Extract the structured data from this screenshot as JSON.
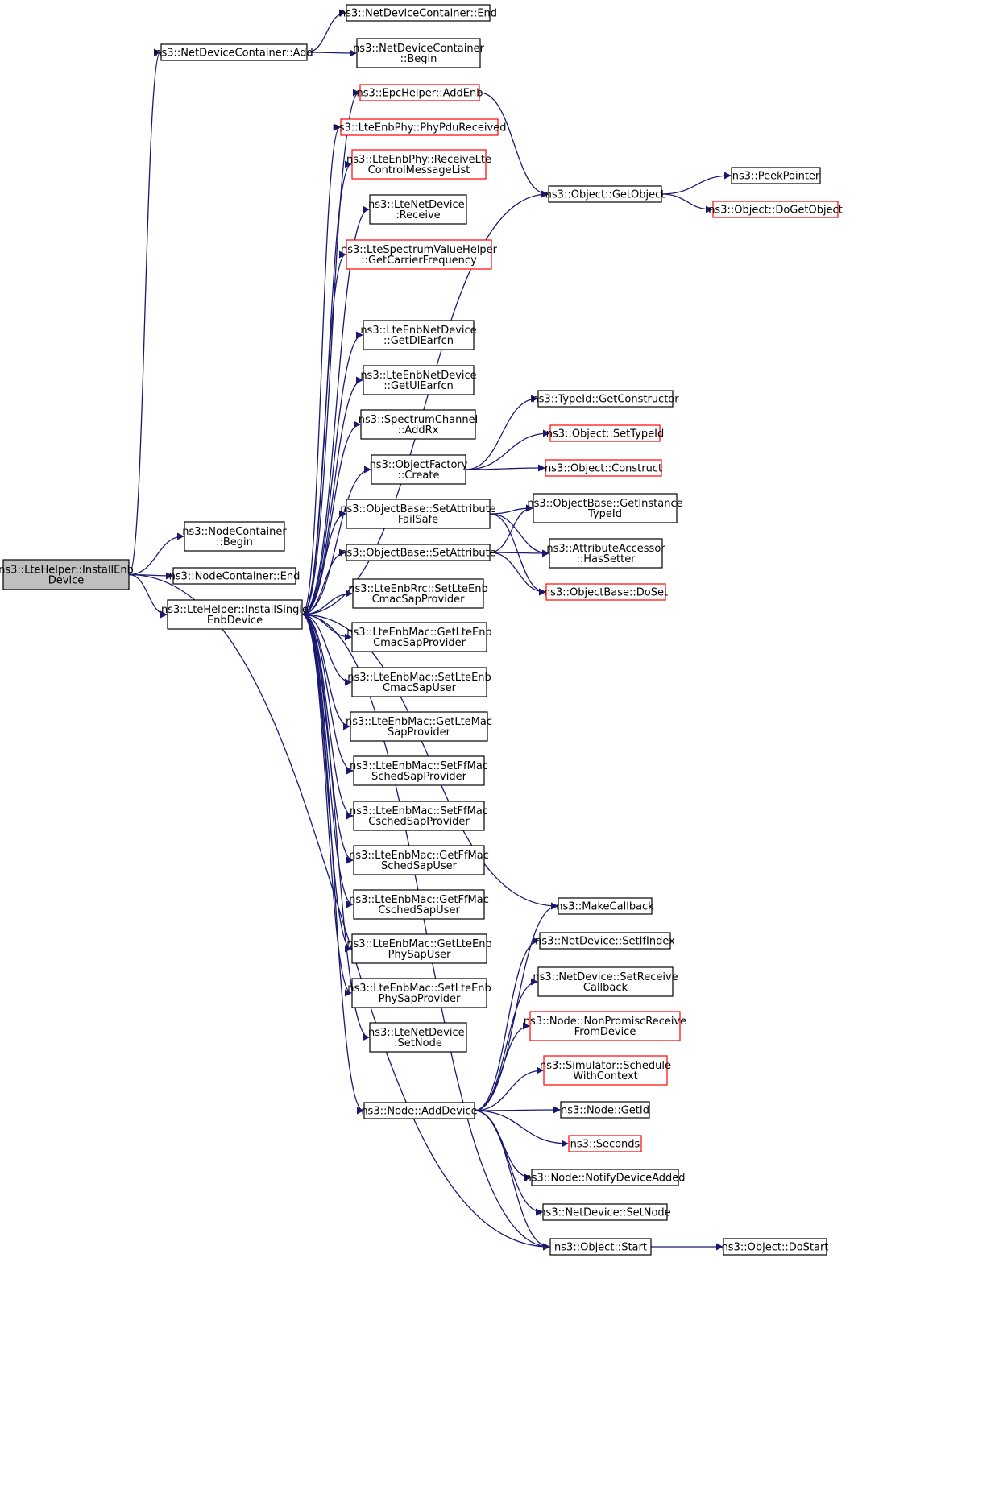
{
  "colors": {
    "edge": "#191970",
    "normal_border": "#000000",
    "red_border": "#ff0000",
    "root_fill": "#bfbfbf"
  },
  "nodes": [
    {
      "id": "root",
      "lines": [
        "ns3::LteHelper::InstallEnb",
        "Device"
      ],
      "style": "root"
    },
    {
      "id": "ndc_add",
      "lines": [
        "ns3::NetDeviceContainer::Add"
      ],
      "style": "normal"
    },
    {
      "id": "ndc_end",
      "lines": [
        "ns3::NetDeviceContainer::End"
      ],
      "style": "normal"
    },
    {
      "id": "ndc_begin",
      "lines": [
        "ns3::NetDeviceContainer",
        "::Begin"
      ],
      "style": "normal"
    },
    {
      "id": "epc_addenb",
      "lines": [
        "ns3::EpcHelper::AddEnb"
      ],
      "style": "red"
    },
    {
      "id": "phy_pdu",
      "lines": [
        "ns3::LteEnbPhy::PhyPduReceived"
      ],
      "style": "red"
    },
    {
      "id": "phy_recv_ctrl",
      "lines": [
        "ns3::LteEnbPhy::ReceiveLte",
        "ControlMessageList"
      ],
      "style": "red"
    },
    {
      "id": "netdev_receive",
      "lines": [
        "ns3::LteNetDevice:",
        ":Receive"
      ],
      "style": "normal"
    },
    {
      "id": "spectrum_carrier",
      "lines": [
        "ns3::LteSpectrumValueHelper",
        "::GetCarrierFrequency"
      ],
      "style": "red"
    },
    {
      "id": "enb_getdl",
      "lines": [
        "ns3::LteEnbNetDevice",
        "::GetDlEarfcn"
      ],
      "style": "normal"
    },
    {
      "id": "enb_getul",
      "lines": [
        "ns3::LteEnbNetDevice",
        "::GetUlEarfcn"
      ],
      "style": "normal"
    },
    {
      "id": "spectrum_addrx",
      "lines": [
        "ns3::SpectrumChannel",
        "::AddRx"
      ],
      "style": "normal"
    },
    {
      "id": "objfactory_create",
      "lines": [
        "ns3::ObjectFactory",
        "::Create"
      ],
      "style": "normal"
    },
    {
      "id": "objbase_setattr_fs",
      "lines": [
        "ns3::ObjectBase::SetAttribute",
        "FailSafe"
      ],
      "style": "normal"
    },
    {
      "id": "objbase_setattr",
      "lines": [
        "ns3::ObjectBase::SetAttribute"
      ],
      "style": "normal"
    },
    {
      "id": "nodecont_begin",
      "lines": [
        "ns3::NodeContainer",
        "::Begin"
      ],
      "style": "normal"
    },
    {
      "id": "nodecont_end",
      "lines": [
        "ns3::NodeContainer::End"
      ],
      "style": "normal"
    },
    {
      "id": "install_single",
      "lines": [
        "ns3::LteHelper::InstallSingle",
        "EnbDevice"
      ],
      "style": "normal"
    },
    {
      "id": "rrc_setcmac",
      "lines": [
        "ns3::LteEnbRrc::SetLteEnb",
        "CmacSapProvider"
      ],
      "style": "normal"
    },
    {
      "id": "mac_getcmacprov",
      "lines": [
        "ns3::LteEnbMac::GetLteEnb",
        "CmacSapProvider"
      ],
      "style": "normal"
    },
    {
      "id": "mac_setcmacuser",
      "lines": [
        "ns3::LteEnbMac::SetLteEnb",
        "CmacSapUser"
      ],
      "style": "normal"
    },
    {
      "id": "mac_getltemac",
      "lines": [
        "ns3::LteEnbMac::GetLteMac",
        "SapProvider"
      ],
      "style": "normal"
    },
    {
      "id": "mac_setffsched",
      "lines": [
        "ns3::LteEnbMac::SetFfMac",
        "SchedSapProvider"
      ],
      "style": "normal"
    },
    {
      "id": "mac_setffcsched",
      "lines": [
        "ns3::LteEnbMac::SetFfMac",
        "CschedSapProvider"
      ],
      "style": "normal"
    },
    {
      "id": "mac_getffsched",
      "lines": [
        "ns3::LteEnbMac::GetFfMac",
        "SchedSapUser"
      ],
      "style": "normal"
    },
    {
      "id": "mac_getffcsched",
      "lines": [
        "ns3::LteEnbMac::GetFfMac",
        "CschedSapUser"
      ],
      "style": "normal"
    },
    {
      "id": "mac_getphyuser",
      "lines": [
        "ns3::LteEnbMac::GetLteEnb",
        "PhySapUser"
      ],
      "style": "normal"
    },
    {
      "id": "mac_setphyprov",
      "lines": [
        "ns3::LteEnbMac::SetLteEnb",
        "PhySapProvider"
      ],
      "style": "normal"
    },
    {
      "id": "netdev_setnode",
      "lines": [
        "ns3::LteNetDevice:",
        ":SetNode"
      ],
      "style": "normal"
    },
    {
      "id": "node_adddevice",
      "lines": [
        "ns3::Node::AddDevice"
      ],
      "style": "normal"
    },
    {
      "id": "obj_getobject",
      "lines": [
        "ns3::Object::GetObject"
      ],
      "style": "normal"
    },
    {
      "id": "peekpointer",
      "lines": [
        "ns3::PeekPointer"
      ],
      "style": "normal"
    },
    {
      "id": "obj_dogetobject",
      "lines": [
        "ns3::Object::DoGetObject"
      ],
      "style": "red"
    },
    {
      "id": "typeid_getctor",
      "lines": [
        "ns3::TypeId::GetConstructor"
      ],
      "style": "normal"
    },
    {
      "id": "obj_settypeid",
      "lines": [
        "ns3::Object::SetTypeId"
      ],
      "style": "red"
    },
    {
      "id": "obj_construct",
      "lines": [
        "ns3::Object::Construct"
      ],
      "style": "red"
    },
    {
      "id": "objbase_getinst",
      "lines": [
        "ns3::ObjectBase::GetInstance",
        "TypeId"
      ],
      "style": "normal"
    },
    {
      "id": "attracc_hassetter",
      "lines": [
        "ns3::AttributeAccessor",
        "::HasSetter"
      ],
      "style": "normal"
    },
    {
      "id": "objbase_doset",
      "lines": [
        "ns3::ObjectBase::DoSet"
      ],
      "style": "red"
    },
    {
      "id": "makecallback",
      "lines": [
        "ns3::MakeCallback"
      ],
      "style": "normal"
    },
    {
      "id": "nd_setifindex",
      "lines": [
        "ns3::NetDevice::SetIfIndex"
      ],
      "style": "normal"
    },
    {
      "id": "nd_setreceive",
      "lines": [
        "ns3::NetDevice::SetReceive",
        "Callback"
      ],
      "style": "normal"
    },
    {
      "id": "node_nonpromisc",
      "lines": [
        "ns3::Node::NonPromiscReceive",
        "FromDevice"
      ],
      "style": "red"
    },
    {
      "id": "sim_schedule",
      "lines": [
        "ns3::Simulator::Schedule",
        "WithContext"
      ],
      "style": "red"
    },
    {
      "id": "node_getid",
      "lines": [
        "ns3::Node::GetId"
      ],
      "style": "normal"
    },
    {
      "id": "seconds",
      "lines": [
        "ns3::Seconds"
      ],
      "style": "red"
    },
    {
      "id": "node_notify",
      "lines": [
        "ns3::Node::NotifyDeviceAdded"
      ],
      "style": "normal"
    },
    {
      "id": "nd_setnode",
      "lines": [
        "ns3::NetDevice::SetNode"
      ],
      "style": "normal"
    },
    {
      "id": "obj_start",
      "lines": [
        "ns3::Object::Start"
      ],
      "style": "normal"
    },
    {
      "id": "obj_dostart",
      "lines": [
        "ns3::Object::DoStart"
      ],
      "style": "normal"
    }
  ],
  "edges": [
    [
      "root",
      "ndc_add"
    ],
    [
      "root",
      "nodecont_begin"
    ],
    [
      "root",
      "nodecont_end"
    ],
    [
      "root",
      "install_single"
    ],
    [
      "root",
      "obj_start"
    ],
    [
      "ndc_add",
      "ndc_end"
    ],
    [
      "ndc_add",
      "ndc_begin"
    ],
    [
      "install_single",
      "epc_addenb"
    ],
    [
      "install_single",
      "phy_pdu"
    ],
    [
      "install_single",
      "phy_recv_ctrl"
    ],
    [
      "install_single",
      "netdev_receive"
    ],
    [
      "install_single",
      "spectrum_carrier"
    ],
    [
      "install_single",
      "obj_getobject"
    ],
    [
      "install_single",
      "enb_getdl"
    ],
    [
      "install_single",
      "enb_getul"
    ],
    [
      "install_single",
      "spectrum_addrx"
    ],
    [
      "install_single",
      "objfactory_create"
    ],
    [
      "install_single",
      "objbase_setattr_fs"
    ],
    [
      "install_single",
      "objbase_setattr"
    ],
    [
      "install_single",
      "rrc_setcmac"
    ],
    [
      "install_single",
      "mac_getcmacprov"
    ],
    [
      "install_single",
      "mac_setcmacuser"
    ],
    [
      "install_single",
      "mac_getltemac"
    ],
    [
      "install_single",
      "mac_setffsched"
    ],
    [
      "install_single",
      "mac_setffcsched"
    ],
    [
      "install_single",
      "mac_getffsched"
    ],
    [
      "install_single",
      "mac_getffcsched"
    ],
    [
      "install_single",
      "mac_getphyuser"
    ],
    [
      "install_single",
      "mac_setphyprov"
    ],
    [
      "install_single",
      "netdev_setnode"
    ],
    [
      "install_single",
      "makecallback"
    ],
    [
      "install_single",
      "node_adddevice"
    ],
    [
      "install_single",
      "obj_start"
    ],
    [
      "epc_addenb",
      "obj_getobject"
    ],
    [
      "obj_getobject",
      "peekpointer"
    ],
    [
      "obj_getobject",
      "obj_dogetobject"
    ],
    [
      "objfactory_create",
      "typeid_getctor"
    ],
    [
      "objfactory_create",
      "obj_settypeid"
    ],
    [
      "objfactory_create",
      "obj_construct"
    ],
    [
      "objbase_setattr_fs",
      "objbase_getinst"
    ],
    [
      "objbase_setattr_fs",
      "attracc_hassetter"
    ],
    [
      "objbase_setattr_fs",
      "objbase_doset"
    ],
    [
      "objbase_setattr",
      "objbase_getinst"
    ],
    [
      "objbase_setattr",
      "attracc_hassetter"
    ],
    [
      "objbase_setattr",
      "objbase_doset"
    ],
    [
      "node_adddevice",
      "makecallback"
    ],
    [
      "node_adddevice",
      "nd_setifindex"
    ],
    [
      "node_adddevice",
      "nd_setreceive"
    ],
    [
      "node_adddevice",
      "node_nonpromisc"
    ],
    [
      "node_adddevice",
      "sim_schedule"
    ],
    [
      "node_adddevice",
      "node_getid"
    ],
    [
      "node_adddevice",
      "seconds"
    ],
    [
      "node_adddevice",
      "node_notify"
    ],
    [
      "node_adddevice",
      "nd_setnode"
    ],
    [
      "node_adddevice",
      "obj_start"
    ],
    [
      "obj_start",
      "obj_dostart"
    ]
  ]
}
